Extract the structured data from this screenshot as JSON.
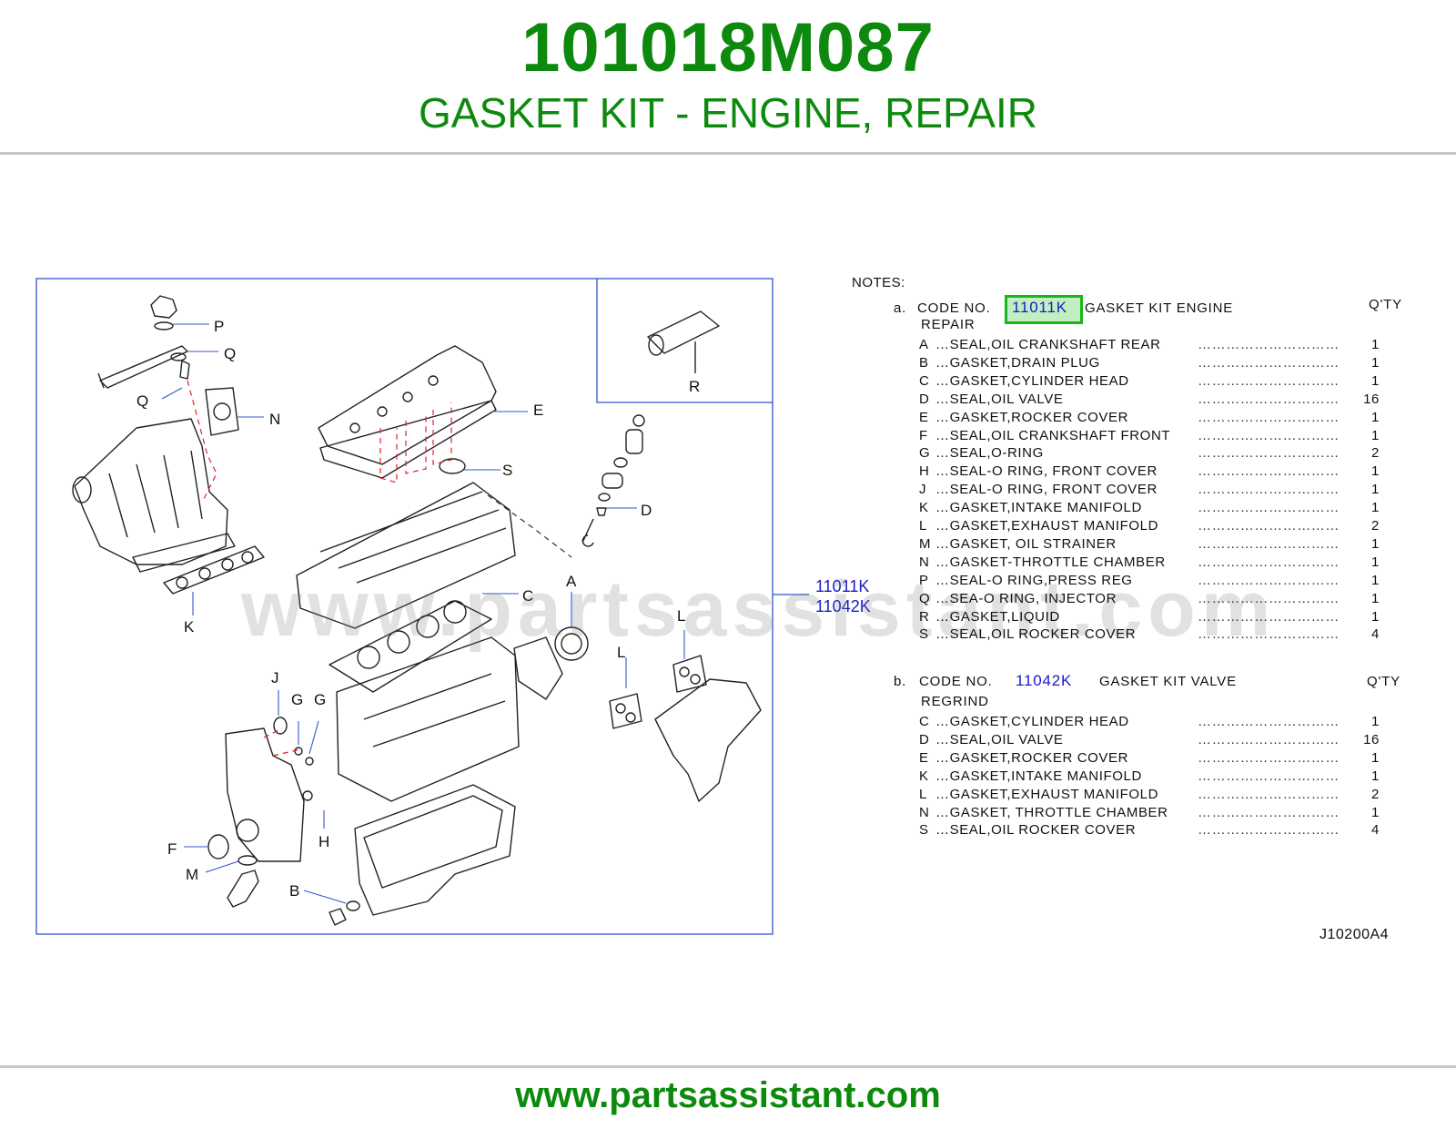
{
  "header": {
    "part_number": "101018M087",
    "title": "GASKET KIT - ENGINE, REPAIR"
  },
  "footer": {
    "url": "www.partsassistant.com"
  },
  "watermark": "www.partsassistant.com",
  "diagram": {
    "inset_label": "R",
    "callouts": {
      "P": "P",
      "Q1": "Q",
      "Q2": "Q",
      "N": "N",
      "K": "K",
      "E": "E",
      "S": "S",
      "D": "D",
      "C": "C",
      "A": "A",
      "L1": "L",
      "L2": "L",
      "J": "J",
      "G1": "G",
      "G2": "G",
      "H": "H",
      "F": "F",
      "M": "M",
      "B": "B"
    },
    "kit_codes": [
      "11011K",
      "11042K"
    ]
  },
  "notes": {
    "heading": "NOTES:",
    "sections": [
      {
        "letter": "a.",
        "code_no_label": "CODE  NO.",
        "code": "11011K",
        "name": "GASKET  KIT  ENGINE",
        "name_cont": "REPAIR",
        "qty_header": "Q'TY",
        "items": [
          {
            "letter": "A",
            "desc": "…SEAL,OIL   CRANKSHAFT   REAR",
            "qty": "1"
          },
          {
            "letter": "B",
            "desc": "…GASKET,DRAIN   PLUG",
            "qty": "1"
          },
          {
            "letter": "C",
            "desc": "…GASKET,CYLINDER   HEAD",
            "qty": "1"
          },
          {
            "letter": "D",
            "desc": "…SEAL,OIL   VALVE",
            "qty": "16"
          },
          {
            "letter": "E",
            "desc": "…GASKET,ROCKER   COVER",
            "qty": "1"
          },
          {
            "letter": "F",
            "desc": "…SEAL,OIL   CRANKSHAFT   FRONT",
            "qty": "1"
          },
          {
            "letter": "G",
            "desc": "…SEAL,O-RING",
            "qty": "2"
          },
          {
            "letter": "H",
            "desc": "…SEAL-O   RING,   FRONT   COVER",
            "qty": "1"
          },
          {
            "letter": "J",
            "desc": "…SEAL-O   RING,   FRONT   COVER",
            "qty": "1"
          },
          {
            "letter": "K",
            "desc": "…GASKET,INTAKE   MANIFOLD",
            "qty": "1"
          },
          {
            "letter": "L",
            "desc": "…GASKET,EXHAUST   MANIFOLD",
            "qty": "2"
          },
          {
            "letter": "M",
            "desc": "…GASKET,   OIL   STRAINER",
            "qty": "1"
          },
          {
            "letter": "N",
            "desc": "…GASKET-THROTTLE   CHAMBER",
            "qty": "1"
          },
          {
            "letter": "P",
            "desc": "…SEAL-O   RING,PRESS   REG",
            "qty": "1"
          },
          {
            "letter": "Q",
            "desc": "…SEA-O   RING,   INJECTOR",
            "qty": "1"
          },
          {
            "letter": "R",
            "desc": "…GASKET,LIQUID",
            "qty": "1"
          },
          {
            "letter": "S",
            "desc": "…SEAL,OIL   ROCKER   COVER",
            "qty": "4"
          }
        ]
      },
      {
        "letter": "b.",
        "code_no_label": "CODE  NO.",
        "code": "11042K",
        "name": "GASKET  KIT  VALVE",
        "name_cont": "REGRIND",
        "qty_header": "Q'TY",
        "items": [
          {
            "letter": "C",
            "desc": "…GASKET,CYLINDER   HEAD",
            "qty": "1"
          },
          {
            "letter": "D",
            "desc": "…SEAL,OIL   VALVE",
            "qty": "16"
          },
          {
            "letter": "E",
            "desc": "…GASKET,ROCKER   COVER",
            "qty": "1"
          },
          {
            "letter": "K",
            "desc": "…GASKET,INTAKE   MANIFOLD",
            "qty": "1"
          },
          {
            "letter": "L",
            "desc": "…GASKET,EXHAUST   MANIFOLD",
            "qty": "2"
          },
          {
            "letter": "N",
            "desc": "…GASKET,   THROTTLE   CHAMBER",
            "qty": "1"
          },
          {
            "letter": "S",
            "desc": "…SEAL,OIL   ROCKER   COVER",
            "qty": "4"
          }
        ]
      }
    ]
  },
  "reference": "J10200A4",
  "colors": {
    "brand_green": "#0d8a0d",
    "code_blue": "#1a1acc",
    "highlight": "#18b818"
  }
}
